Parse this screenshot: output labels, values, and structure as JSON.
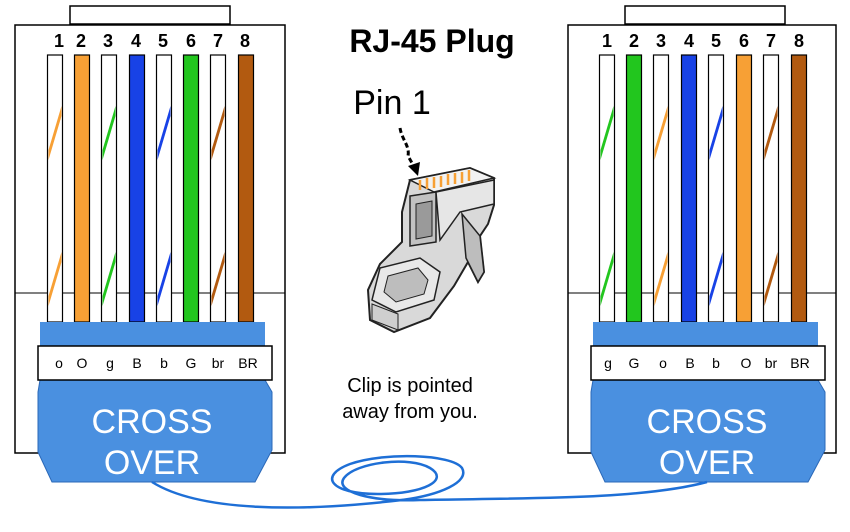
{
  "title": "RJ-45 Plug",
  "pin1_label": "Pin 1",
  "note": {
    "line1": "Clip is pointed",
    "line2": "away from you."
  },
  "colors": {
    "white": "#ffffff",
    "orange": "#f7a035",
    "green": "#22c61e",
    "blue": "#1842e6",
    "brown": "#b25a10",
    "boot": "#4a90e0",
    "cable": "#1e6fd6"
  },
  "left_connector": {
    "pins": [
      "1",
      "2",
      "3",
      "4",
      "5",
      "6",
      "7",
      "8"
    ],
    "wires": [
      {
        "base": "white",
        "stripe": "orange"
      },
      {
        "base": "orange",
        "stripe": null
      },
      {
        "base": "white",
        "stripe": "green"
      },
      {
        "base": "blue",
        "stripe": null
      },
      {
        "base": "white",
        "stripe": "blue"
      },
      {
        "base": "green",
        "stripe": null
      },
      {
        "base": "white",
        "stripe": "brown"
      },
      {
        "base": "brown",
        "stripe": null
      }
    ],
    "codes": [
      "o",
      "O",
      "g",
      "B",
      "b",
      "G",
      "br",
      "BR"
    ],
    "boot_line1": "CROSS",
    "boot_line2": "OVER"
  },
  "right_connector": {
    "pins": [
      "1",
      "2",
      "3",
      "4",
      "5",
      "6",
      "7",
      "8"
    ],
    "wires": [
      {
        "base": "white",
        "stripe": "green"
      },
      {
        "base": "green",
        "stripe": null
      },
      {
        "base": "white",
        "stripe": "orange"
      },
      {
        "base": "blue",
        "stripe": null
      },
      {
        "base": "white",
        "stripe": "blue"
      },
      {
        "base": "orange",
        "stripe": null
      },
      {
        "base": "white",
        "stripe": "brown"
      },
      {
        "base": "brown",
        "stripe": null
      }
    ],
    "codes": [
      "g",
      "G",
      "o",
      "B",
      "b",
      "O",
      "br",
      "BR"
    ],
    "boot_line1": "CROSS",
    "boot_line2": "OVER"
  }
}
